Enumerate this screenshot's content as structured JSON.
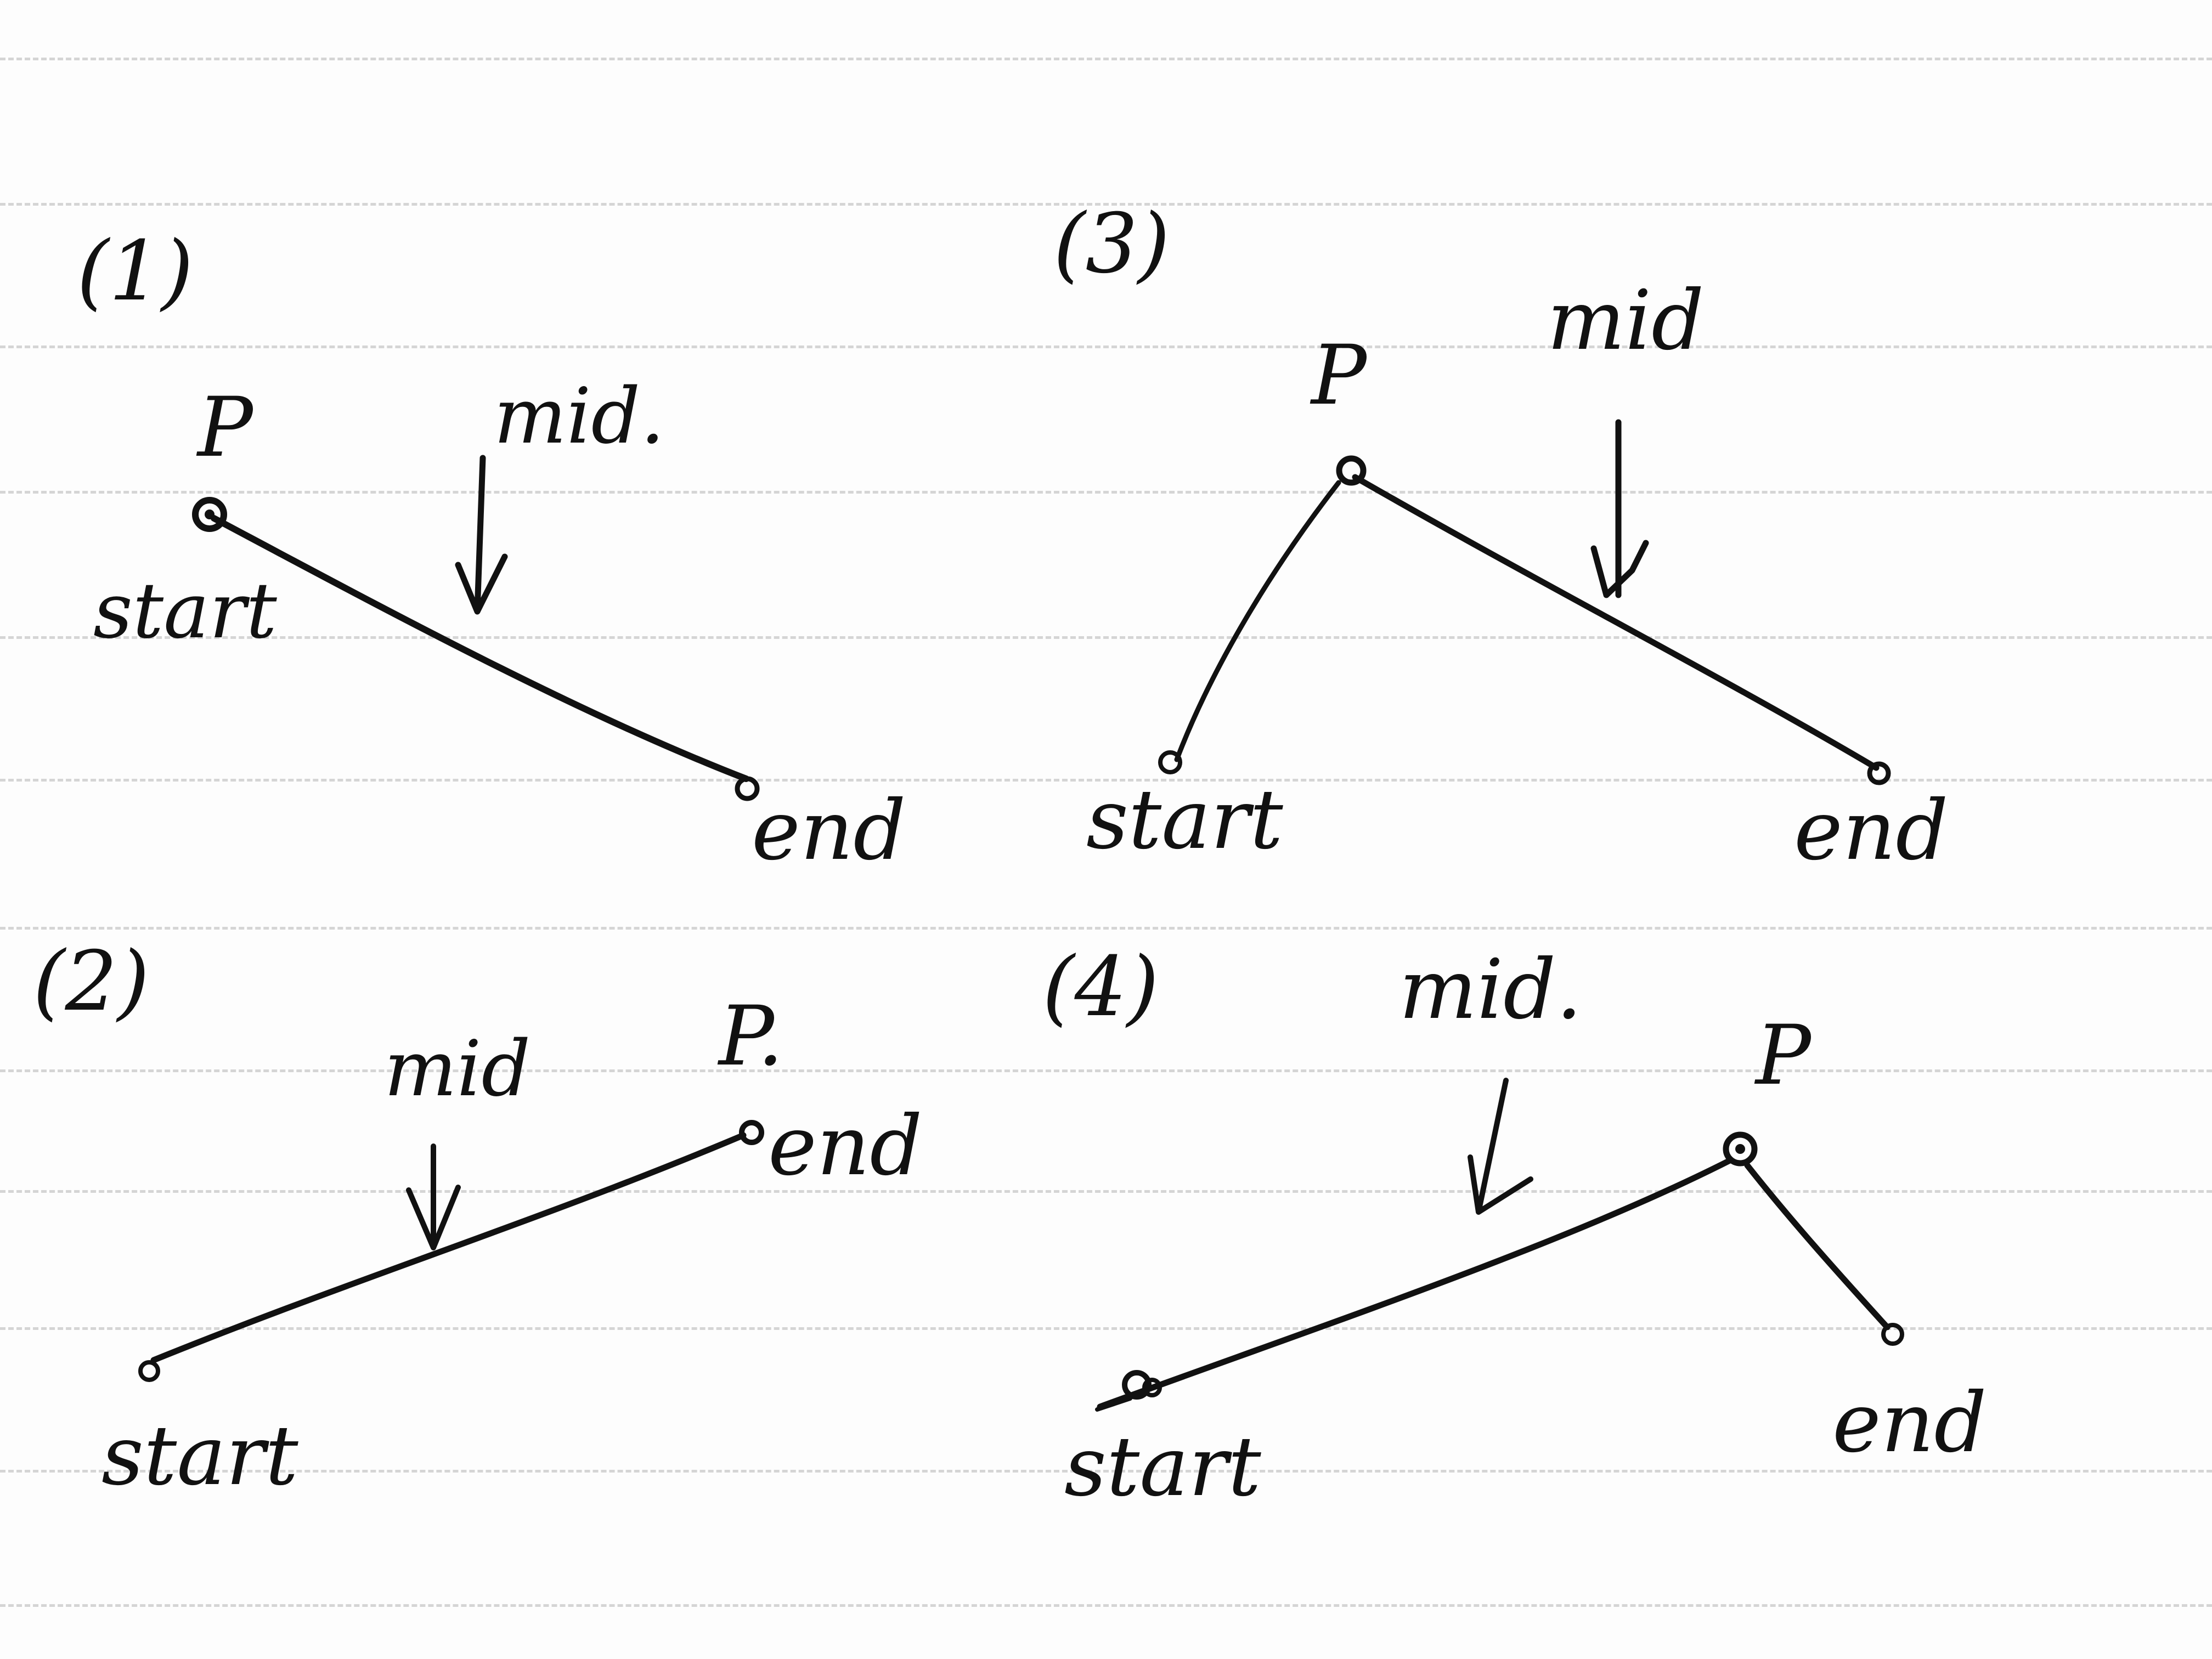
{
  "diagrams": [
    {
      "number": "(1)",
      "p_label": "P",
      "mid_label": "mid.",
      "start_label": "start",
      "end_label": "end"
    },
    {
      "number": "(2)",
      "p_label": "P.",
      "mid_label": "mid",
      "start_label": "start",
      "end_label": "end"
    },
    {
      "number": "(3)",
      "p_label": "P",
      "mid_label": "mid",
      "start_label": "start",
      "end_label": "end"
    },
    {
      "number": "(4)",
      "p_label": "P",
      "mid_label": "mid.",
      "start_label": "start",
      "end_label": "end"
    }
  ],
  "colors": {
    "ink": "#111111",
    "paper": "#fdfdfd",
    "rule": "#c8c8c8"
  }
}
